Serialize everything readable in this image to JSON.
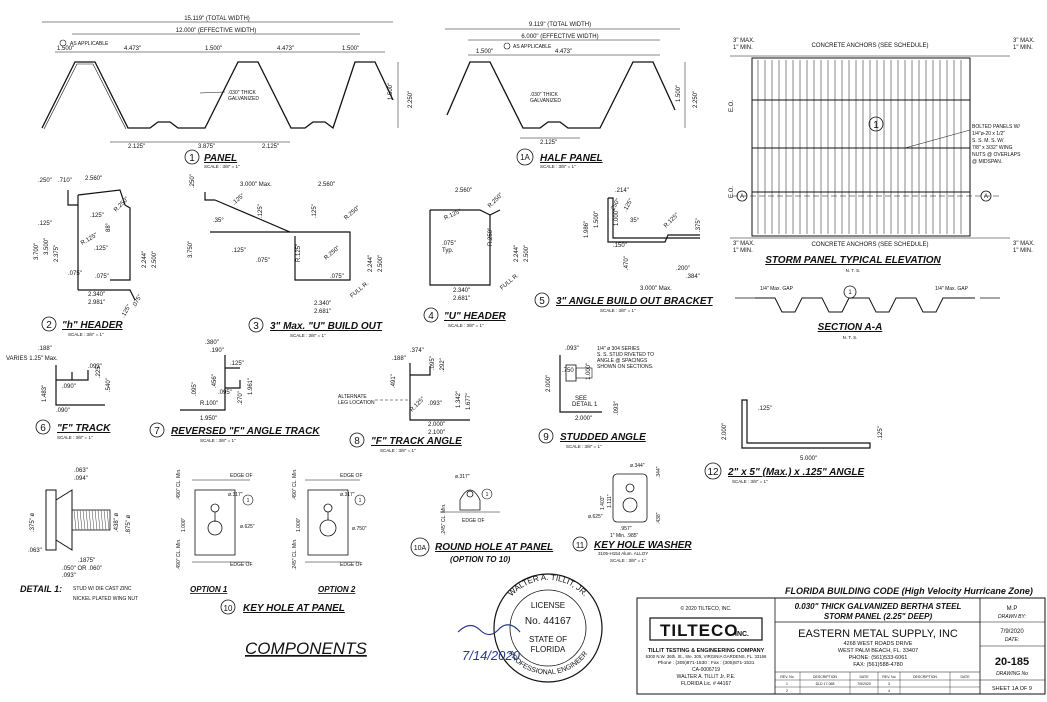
{
  "panel": {
    "total_width": "15.119\" (TOTAL WIDTH)",
    "effective_width": "12.000\" (EFFECTIVE WIDTH)",
    "as_applicable": "AS APPLICABLE",
    "d1": "1.500\"",
    "d2": "4.473\"",
    "d3": "1.500\"",
    "d4": "4.473\"",
    "d5": "1.500\"",
    "thick": ".030\" THICK",
    "galv": "GALVANIZED",
    "h1": "1.500\"",
    "h2": "2.250\"",
    "b1": "2.125\"",
    "b2": "3.875\"",
    "b3": "2.125\"",
    "num": "1",
    "title": "PANEL",
    "scale": "SCALE : 3/8\" = 1\""
  },
  "half_panel": {
    "total_width": "9.119\" (TOTAL WIDTH)",
    "effective_width": "6.000\" (EFFECTIVE WIDTH)",
    "as_applicable": "AS APPLICABLE",
    "d1": "1.500\"",
    "d2": "4.473\"",
    "thick": ".030\" THICK",
    "galv": "GALVANIZED",
    "h1": "1.500\"",
    "h2": "2.250\"",
    "b1": "2.125\"",
    "num": "1A",
    "title": "HALF PANEL",
    "scale": "SCALE : 3/8\" = 1\""
  },
  "elevation": {
    "max_top": "3\" MAX.",
    "min_top": "1\" MIN.",
    "anchors_top": "CONCRETE ANCHORS (SEE SCHEDULE)",
    "anchors_bottom": "CONCRETE ANCHORS (SEE SCHEDULE)",
    "max_bot": "3\" MAX.",
    "min_bot": "1\" MIN.",
    "eo": "E.O.",
    "callout_num": "1",
    "note": [
      "BOLTED PANELS W/",
      "1/4\"ø-20 x 1/2\"",
      "S. S. M. S. W/",
      "7/8\" x 3/32\" WING",
      "NUTS @ OVERLAPS",
      "@ MIDSPAN."
    ],
    "sec": "A",
    "title": "STORM PANEL TYPICAL ELEVATION",
    "nts": "N. T. S."
  },
  "section": {
    "gap_left": "1/4\" Max. GAP",
    "gap_right": "1/4\" Max. GAP",
    "num": "1",
    "title": "SECTION A-A",
    "nts": "N. T. S."
  },
  "h_header": {
    "d1": ".250\"",
    "d2": ".710\"",
    "d3": "2.560\"",
    "d4": ".125\"",
    "d5": ".125\"",
    "d6": "R.250\"",
    "d7": "3.700\"",
    "d8": "3.500\"",
    "d9": "2.375\"",
    "d10": "R.125\"",
    "d11": ".125\"",
    "d12": "2.244\"",
    "d13": "2.500\"",
    "d14": ".075\"",
    "d15": ".075\"",
    "d16": "2.340\"",
    "d17": "2.981\"",
    "d18": ".125\"",
    "d19": ".075\"",
    "d20": "88°",
    "num": "2",
    "title": "\"h\" HEADER",
    "scale": "SCALE : 3/8\" = 1\""
  },
  "u_header_3": {
    "d1": ".250\"",
    "d2": "3.000\" Max.",
    "d3": "2.560\"",
    "d4": ".125\"",
    "d5": ".125\"",
    "d6": ".125\"",
    "d7": "R.250\"",
    "d8": "3.750\"",
    "d9": ".35°",
    "d10": ".125\"",
    "d11": ".075\"",
    "d12": "R.125\"",
    "d13": "R.250\"",
    "d14": "2.244\"",
    "d15": "2.500\"",
    "d16": ".075\"",
    "d17": "2.340\"",
    "d18": "2.681\"",
    "d19": "FULL R.",
    "num": "3",
    "title": "3\" Max. \"U\" BUILD OUT",
    "scale": "SCALE : 3/8\" = 1\""
  },
  "u_header": {
    "d1": "2.560\"",
    "d2": "R.125\"",
    "d3": "R.250\"",
    "d4": ".075\"",
    "d5": "Typ.",
    "d6": "R.250\"",
    "d7": "2.244\"",
    "d8": "2.500\"",
    "d9": "2.340\"",
    "d10": "2.681\"",
    "d11": "FULL R.",
    "num": "4",
    "title": "\"U\" HEADER",
    "scale": "SCALE : 3/8\" = 1\""
  },
  "angle_bracket": {
    "d1": ".214\"",
    "d2": ".250\"",
    "d3": ".125\"",
    "d4": "35°",
    "d5": "1.986\"",
    "d6": "1.500\"",
    "d7": "1.000\"",
    "d8": ".150\"",
    "d9": "R.125\"",
    "d10": ".375\"",
    "d11": ".470\"",
    "d12": "3.000\" Max.",
    "d13": ".200\"",
    "d14": ".384\"",
    "num": "5",
    "title": "3\" ANGLE BUILD OUT BRACKET",
    "scale": "SCALE : 3/8\" = 1\""
  },
  "f_track": {
    "d1": ".188\"",
    "d2": "VARIES 1.25\" Max.",
    "d3": ".093\"",
    "d4": ".225\"",
    "d5": ".090\"",
    "d6": ".540\"",
    "d7": "1.483\"",
    "d8": ".090\"",
    "num": "6",
    "title": "\"F\" TRACK",
    "scale": "SCALE : 3/8\" = 1\""
  },
  "rev_f_track": {
    "d1": ".380\"",
    "d2": ".190\"",
    "d3": ".125\"",
    "d4": ".456\"",
    "d5": ".095\"",
    "d6": "1.961\"",
    "d7": ".095\"",
    "d8": "R.100\"",
    "d9": ".270\"",
    "d10": "1.950\"",
    "num": "7",
    "title": "REVERSED \"F\" ANGLE TRACK",
    "scale": "SCALE : 3/8\" = 1\""
  },
  "f_track_angle": {
    "d1": ".374\"",
    "d2": ".188\"",
    "d3": ".095\"",
    "d4": ".292\"",
    "d5": ".491\"",
    "d6": "ALTERNATE",
    "d7": "LEG LOCATION",
    "d8": "R.125\"",
    "d9": ".093\"",
    "d10": "1.342\"",
    "d11": "1.677\"",
    "d12": "2.000\"",
    "d13": "2.100\"",
    "num": "8",
    "title": "\"F\" TRACK ANGLE",
    "scale": "SCALE : 3/8\" = 1\""
  },
  "studded_angle": {
    "d1": ".093\"",
    "d2": ".750",
    "d3": "1.000\"",
    "note": [
      "1/4\" ø 304 SERIES",
      "S. S. STUD RIVETED TO",
      "ANGLE @ SPACINGS",
      "SHOWN ON SECTIONS."
    ],
    "d4": "2.000\"",
    "see1": "SEE",
    "see2": "DETAIL 1",
    "d5": "2.000\"",
    "d6": ".093\"",
    "num": "9",
    "title": "STUDDED ANGLE",
    "scale": "SCALE : 3/8\" = 1\""
  },
  "angle_2x5": {
    "d1": ".125\"",
    "d2": "2.000\"",
    "d3": ".125\"",
    "d4": "5.000\"",
    "num": "12",
    "title": "2\" x 5\" (Max.) x .125\" ANGLE",
    "scale": "SCALE : 3/8\" = 1\""
  },
  "detail1": {
    "d1": ".063\"",
    "d2": ".094\"",
    "d3": ".375\" ø",
    "d4": ".438\" ø",
    "d5": ".875\" ø",
    "d6": ".063\"",
    "d7": ".1875\"",
    "d8": ".050\" OR .060\"",
    "d9": ".093\"",
    "label": "DETAIL 1:",
    "desc1": "STUD W/ DIE CAST ZINC",
    "desc2": "NICKEL PLATED WING NUT"
  },
  "keyhole": {
    "opt1": {
      "edge_top": "EDGE OF",
      "d1": ".490\" CL. Min.",
      "d2": "ø.317\"",
      "d3": "1.000\"",
      "d4": "ø.625\"",
      "d5": ".490\" CL. Min.",
      "edge_bot": "EDGE OF",
      "label": "OPTION 1"
    },
    "opt2": {
      "edge_top": "EDGE OF",
      "d1": ".490\" CL. Min.",
      "d2": "ø.317\"",
      "d3": "1.000\"",
      "d4": "ø.750\"",
      "d5": ".245\" CL. Min.",
      "edge_bot": "EDGE OF",
      "label": "OPTION 2"
    },
    "circ": "1",
    "num": "10",
    "title": "KEY HOLE AT PANEL"
  },
  "round_hole": {
    "d1": "ø.317\"",
    "d2": ".245\" CL. Min.",
    "edge": "EDGE OF",
    "num": "10A",
    "title1": "ROUND HOLE AT PANEL",
    "title2": "(OPTION TO 10)"
  },
  "washer": {
    "d1": "ø.344\"",
    "d2": ".344\"",
    "d3": "1.403\"",
    "d4": "1.111\"",
    "d5": "ø.625\"",
    "d6": ".438\"",
    "d7": ".957\"",
    "d8": "1\" Min. .985\"",
    "num": "11",
    "title": "KEY HOLE WASHER",
    "alloy": "3105-H154 Alum. ALLOY",
    "scale": "SCALE : 3/8\" = 1\""
  },
  "components": "COMPONENTS",
  "seal": {
    "arc_top": "WALTER A. TILLIT, JR.",
    "license": "LICENSE",
    "no": "No. 44167",
    "state1": "STATE OF",
    "state2": "FLORIDA",
    "arc_bottom": "PROFESSIONAL ENGINEER",
    "date_hand": "7/14/2020"
  },
  "titleblock": {
    "header": "FLORIDA BUILDING CODE (High Velocity Hurricane Zone)",
    "copyright": "© 2020 TILTECO, INC.",
    "logo": "TILTECO",
    "logo_inc": "INC.",
    "firm": "TILLIT TESTING & ENGINEERING COMPANY",
    "firm_addr": "6300 N.W. 36th. St., Ste. 305, VIRGINIA GARDENS, FL. 33166",
    "firm_phone": "Phone : (305)871-1530 : Fax : (305)871-1531",
    "ca": "CA-0006719",
    "engineer": "WALTER A. TILLIT Jr. P.E.",
    "fl_lic": "FLORIDA Lic. # 44167",
    "product1": "0.030\" THICK GALVANIZED BERTHA STEEL",
    "product2": "STORM PANEL (2.25\" DEEP)",
    "company": "EASTERN METAL SUPPLY, INC",
    "addr1": "4268 WEST ROADS DRIVE",
    "addr2": "WEST PALM BEACH, FL. 33407",
    "phone": "PHONE: (561)533-6061",
    "fax": "FAX: (561)588-4780",
    "rev_headers": [
      "REV. No",
      "DESCRIPTION",
      "DATE",
      "REV. No",
      "DESCRIPTION",
      "DATE"
    ],
    "rev_rows": [
      [
        "1",
        "DLD 17-068",
        "7/5/2020",
        "3",
        "",
        ""
      ],
      [
        "2",
        "",
        "",
        "4",
        "",
        ""
      ]
    ],
    "drawn_by": "M.P",
    "drawn_by_label": "DRAWN BY:",
    "date": "7/9/2020",
    "date_label": "DATE:",
    "drawing_no": "20-185",
    "drawing_no_label": "DRAWING No",
    "sheet": "SHEET 1A OF 9"
  }
}
